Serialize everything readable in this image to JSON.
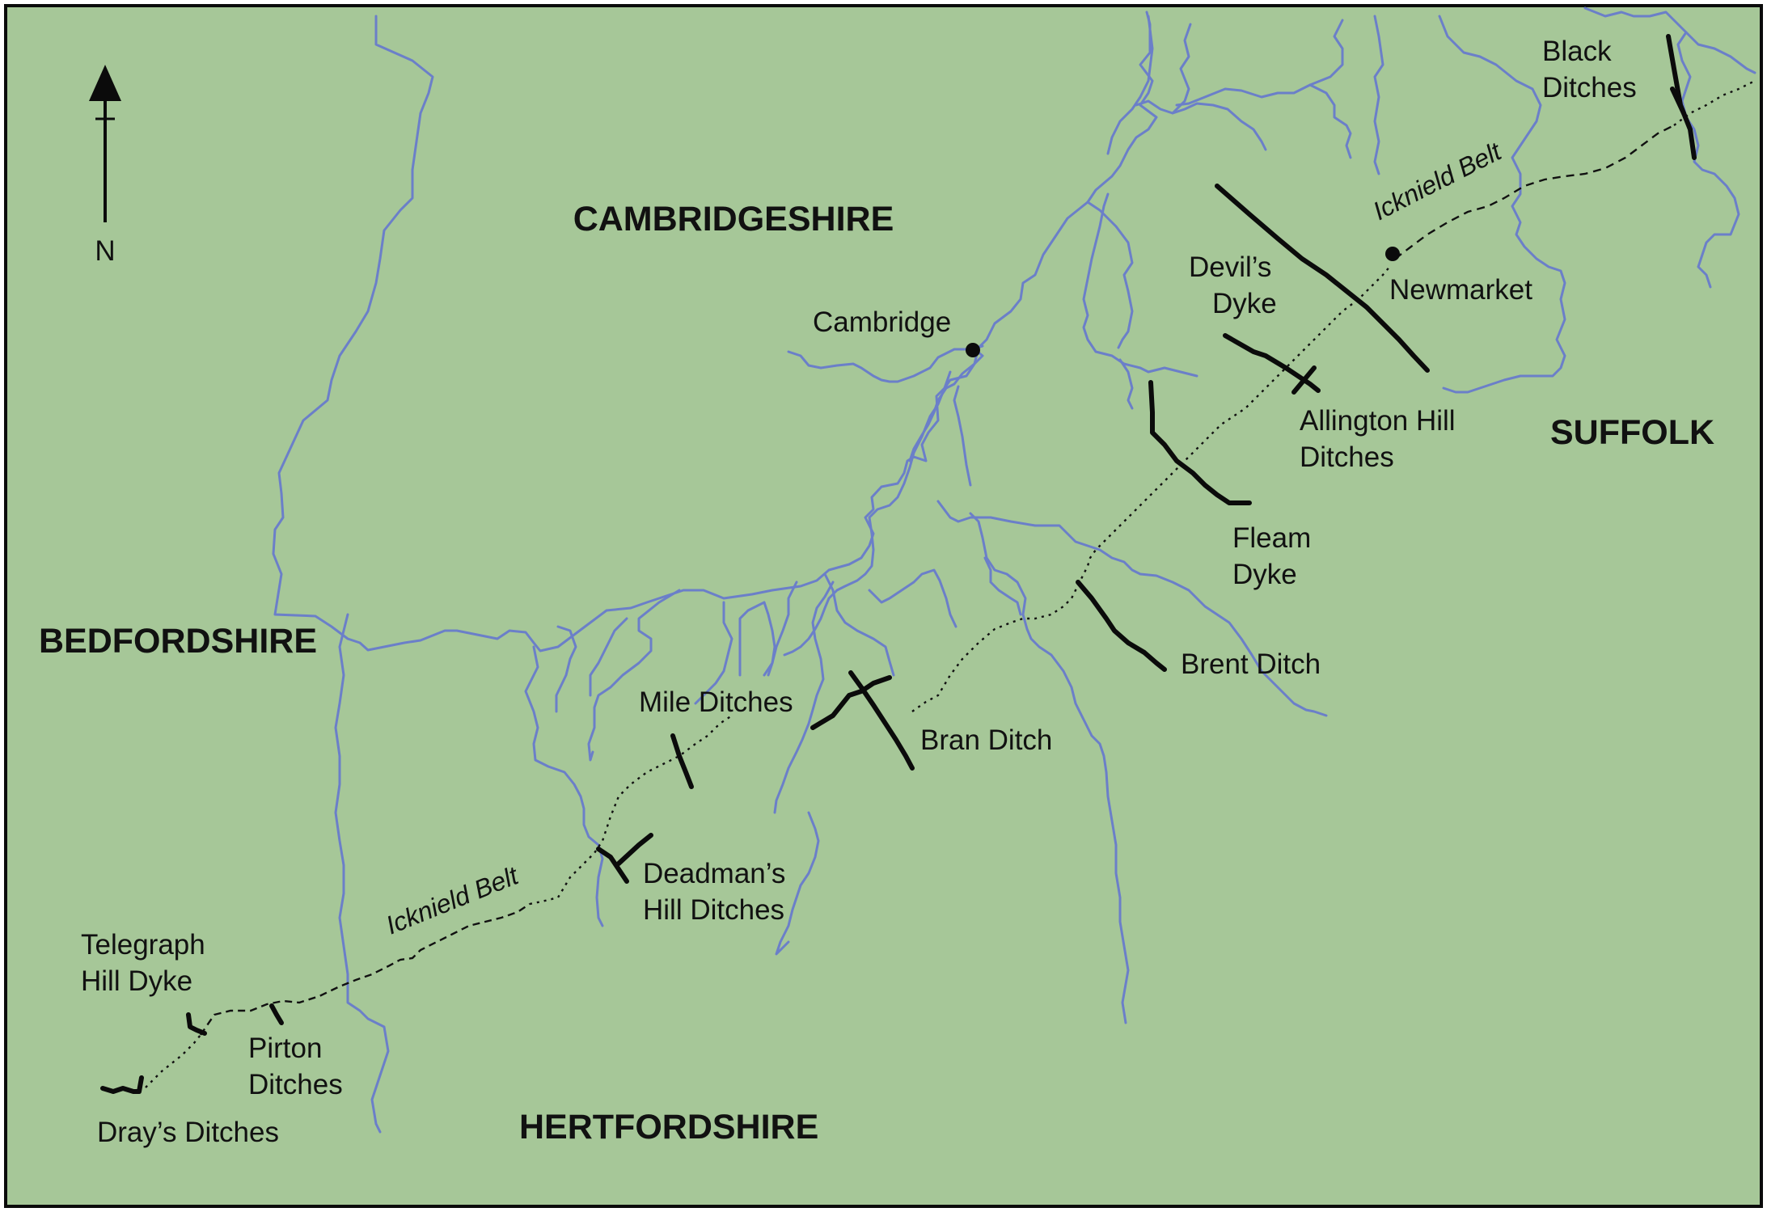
{
  "colors": {
    "land": "#a6c798",
    "river": "#6b7fc9",
    "earthwork": "#0b0b0b",
    "border": "#0b0b0b"
  },
  "north_arrow": {
    "label": "N",
    "icon": "north-arrow-icon"
  },
  "counties": {
    "cambridgeshire": "CAMBRIDGESHIRE",
    "bedfordshire": "BEDFORDSHIRE",
    "hertfordshire": "HERTFORDSHIRE",
    "suffolk": "SUFFOLK"
  },
  "towns": {
    "cambridge": "Cambridge",
    "newmarket": "Newmarket"
  },
  "route": {
    "name_east": "Icknield Belt",
    "name_west": "Icknield Belt"
  },
  "earthworks": {
    "black_ditches": [
      "Black",
      "Ditches"
    ],
    "devils_dyke": [
      "Devil’s",
      "Dyke"
    ],
    "allington_hill": [
      "Allington Hill",
      "Ditches"
    ],
    "fleam_dyke": [
      "Fleam",
      "Dyke"
    ],
    "brent_ditch": "Brent Ditch",
    "bran_ditch": "Bran Ditch",
    "mile_ditches": "Mile Ditches",
    "deadmans_hill": [
      "Deadman’s",
      "Hill Ditches"
    ],
    "telegraph_hill": [
      "Telegraph",
      "Hill Dyke"
    ],
    "pirton": [
      "Pirton",
      "Ditches"
    ],
    "drays": "Dray’s Ditches"
  }
}
